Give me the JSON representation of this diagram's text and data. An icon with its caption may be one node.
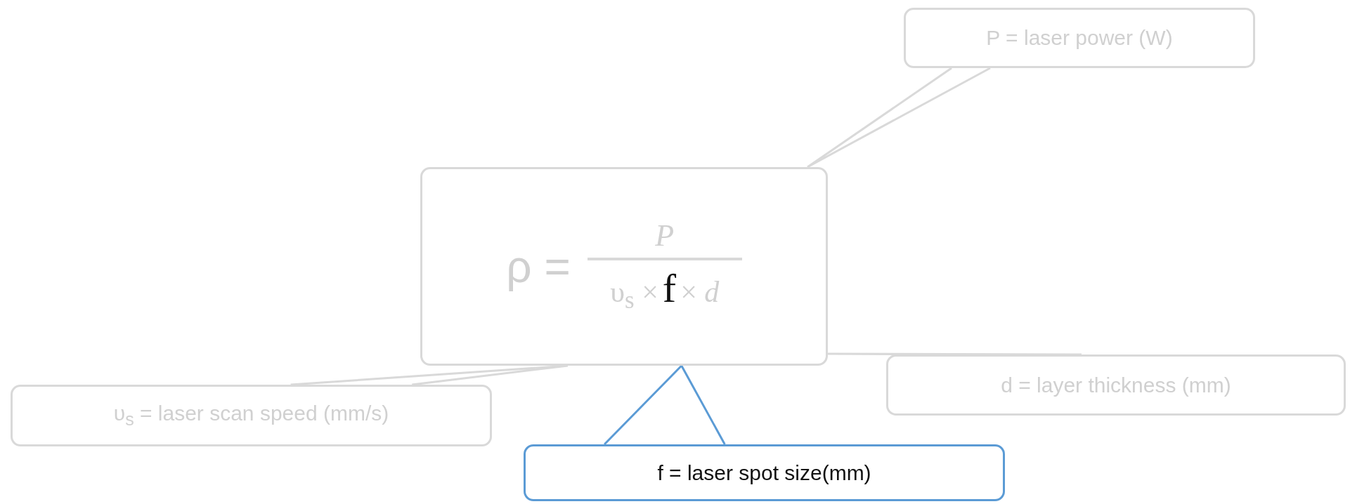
{
  "diagram": {
    "nodes": [
      {
        "text": [
          "P = laser power (W)"
        ]
      },
      {
        "text": [
          "ρ =",
          "P",
          "υ$_{s}$ ×",
          "f",
          "× *d*"
        ]
      },
      {
        "text": [
          "υ$_{s}$ = laser scan speed (mm/s)"
        ]
      },
      {
        "text": [
          "d = layer thickness (mm)"
        ]
      },
      {
        "text": [
          "f = laser spot size(mm)"
        ]
      }
    ],
    "edges": [
      {
        "from": 0,
        "to": 1,
        "arrow": "none"
      },
      {
        "from": 2,
        "to": 1,
        "arrow": "none"
      },
      {
        "from": 3,
        "to": 1,
        "arrow": "none"
      },
      {
        "from": 4,
        "to": 1,
        "arrow": "none",
        "color": "#5b9bd5"
      }
    ]
  }
}
